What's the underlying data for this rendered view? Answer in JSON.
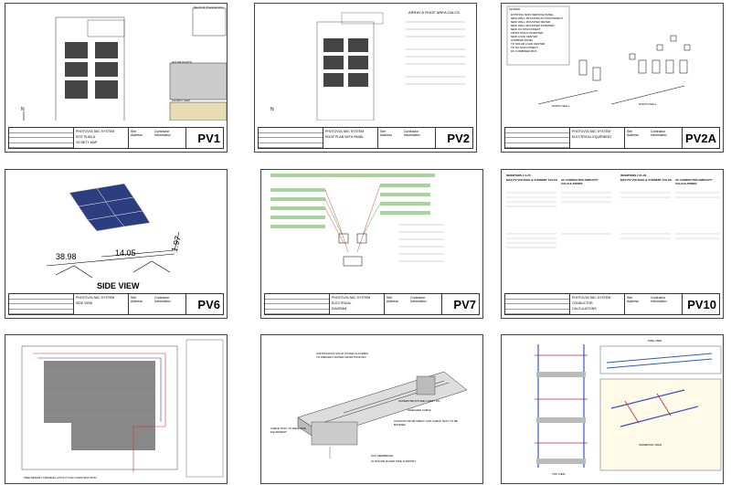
{
  "sheets": [
    {
      "id": "pv1",
      "number": "PV1",
      "title_lines": [
        "SITE PLAN &",
        "VICINITY MAP"
      ],
      "system": "PHOTOVOLTAIC SYSTEM",
      "site_address": "Site Address",
      "contractor": "Contractor Information",
      "notes": [
        "HOUSE PHOTO",
        "VICINITY MAP",
        "Electrical Characteristics"
      ],
      "north": "N"
    },
    {
      "id": "pv2",
      "number": "PV2",
      "title_lines": [
        "ROOF PLAN WITH PANEL"
      ],
      "system": "PHOTOVOLTAIC SYSTEM",
      "site_address": "Site Address",
      "contractor": "Contractor Information",
      "notes": [
        "ARRAY & ROOF AREA CALCS"
      ],
      "north": "N"
    },
    {
      "id": "pv2a",
      "number": "PV2A",
      "title_lines": [
        "ELECTRICAL EQUIPMENT"
      ],
      "system": "PHOTOVOLTAIC SYSTEM",
      "site_address": "Site Address",
      "contractor": "Contractor Information",
      "legend_title": "LEGEND",
      "legend": [
        "EXISTING MAIN SERVICE PANEL",
        "NEW WALL MOUNTED AC DISCONNECT",
        "NEW WALL MOUNTED METER",
        "NEW WALL MOUNTED INVERTER",
        "NEW DC DISCONNECT",
        "FROM STACK INVERTER",
        "NEW LOAD CENTER",
        "COMBINE PANEL",
        "TO SOLAR LOAD CENTER",
        "TO DC DISCONNECT",
        "DC COMBINER BOX"
      ],
      "labels": [
        "NORTH WALL",
        "NORTH WALL"
      ]
    },
    {
      "id": "pv6",
      "number": "PV6",
      "title_lines": [
        "SIDE VIEW"
      ],
      "system": "PHOTOVOLTAIC SYSTEM",
      "site_address": "Site Address",
      "contractor": "Contractor Information",
      "side_view": "SIDE VIEW",
      "dims": [
        "38.98",
        "14.05",
        "1.97"
      ]
    },
    {
      "id": "pv7",
      "number": "PV7",
      "title_lines": [
        "ELECTRICAL",
        "DIAGRAM"
      ],
      "system": "PHOTOVOLTAIC SYSTEM",
      "site_address": "Site Address",
      "contractor": "Contractor Information"
    },
    {
      "id": "pv10",
      "number": "PV10",
      "title_lines": [
        "CONDUCTOR",
        "CALCULATIONS"
      ],
      "system": "PHOTOVOLTAIC SYSTEM",
      "site_address": "Site Address",
      "contractor": "Contractor Information",
      "headings": [
        "INVERTERS # 1-20",
        "MAX PV VOLTAGE & CURRENT CALCS",
        "AC CONDUCTOR AMPACITY CALCULATIONS",
        "INVERTERS # 21-40",
        "MAX PV VOLTAGE & CURRENT CALCS",
        "AC CONDUCTOR AMPACITY CALCULATIONS"
      ]
    },
    {
      "id": "s7",
      "number": "",
      "title_lines": [],
      "system": "",
      "site_address": "",
      "contractor": "",
      "notes": [
        "PRELIMINARY FRAMING LAYOUT FOR CONSTRUCTION"
      ]
    },
    {
      "id": "s8",
      "number": "",
      "title_lines": [],
      "system": "",
      "site_address": "",
      "contractor": "",
      "notes": [
        "CONTINUOUS SOLID COVER ALLOWED TO PREVENT WATER FROM POOLING",
        "SUPERSTRUCTURE CARRY ON",
        "SHIELDED CABLE",
        "CABLE TRAY TO DEDICATE EQUIPMENT",
        "CONDUIT FROM ARRAY AND CABLE TRAY TO BE BONDED",
        "PVC MEMBRANE",
        "OUTDOOR RATED PIPE SUPPORT"
      ]
    },
    {
      "id": "s9",
      "number": "",
      "title_lines": [],
      "system": "",
      "site_address": "",
      "contractor": "",
      "notes": [
        "SIDE VIEW",
        "TOP VIEW",
        "ISOMETRIC VIEW"
      ]
    }
  ]
}
